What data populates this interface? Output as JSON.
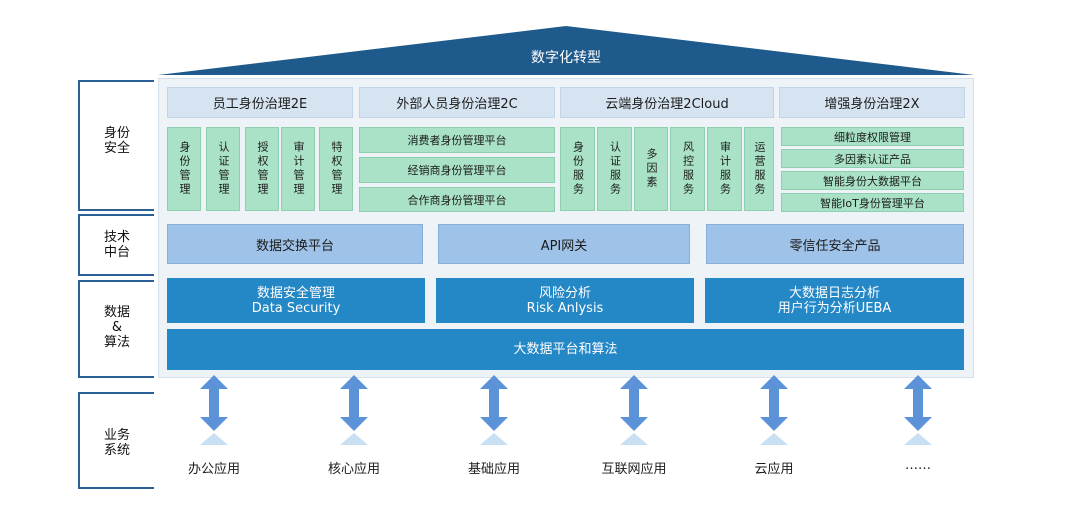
{
  "title": "数字化转型",
  "row_labels": {
    "identity": [
      "身份",
      "安全"
    ],
    "tech": [
      "技术",
      "中台"
    ],
    "data": [
      "数据",
      "&",
      "算法"
    ],
    "business": [
      "业务",
      "系统"
    ]
  },
  "identity_headers": [
    "员工身份治理2E",
    "外部人员身份治理2C",
    "云端身份治理2Cloud",
    "增强身份治理2X"
  ],
  "employee_cells": [
    "身份管理",
    "认证管理",
    "授权管理",
    "审计管理",
    "特权管理"
  ],
  "external_cells": [
    "消费者身份管理平台",
    "经销商身份管理平台",
    "合作商身份管理平台"
  ],
  "cloud_cells": [
    "身份服务",
    "认证服务",
    "多因素",
    "风控服务",
    "审计服务",
    "运营服务"
  ],
  "enhanced_cells": [
    "细粒度权限管理",
    "多因素认证产品",
    "智能身份大数据平台",
    "智能IoT身份管理平台"
  ],
  "tech_boxes": [
    "数据交换平台",
    "API网关",
    "零信任安全产品"
  ],
  "data_boxes": [
    {
      "line1": "数据安全管理",
      "line2": "Data Security"
    },
    {
      "line1": "风险分析",
      "line2": "Risk Anlysis"
    },
    {
      "line1": "大数据日志分析",
      "line2": "用户行为分析UEBA"
    }
  ],
  "bigdata": "大数据平台和算法",
  "apps": [
    "办公应用",
    "核心应用",
    "基础应用",
    "互联网应用",
    "云应用",
    "……"
  ],
  "colors": {
    "roof": "#1f5a8c",
    "header": "#d6e4f1",
    "green": "#a9e2c6",
    "tech": "#9ec2e8",
    "blue": "#2487c6",
    "arrow": "#5b92d8",
    "bracket": "#2a5f96"
  }
}
